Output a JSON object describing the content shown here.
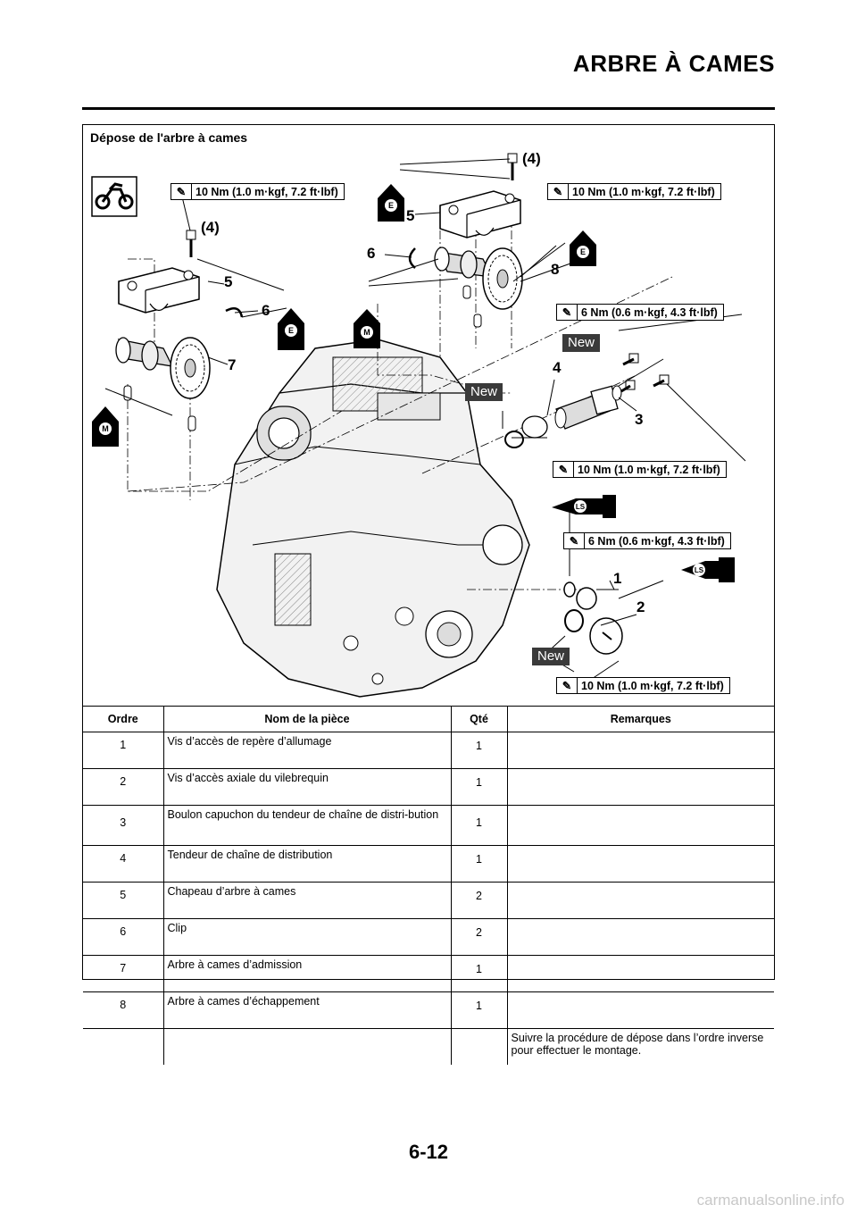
{
  "header": {
    "title": "ARBRE À CAMES"
  },
  "section": {
    "title": "Dépose de l'arbre à cames"
  },
  "diagram": {
    "torque_labels": [
      "10 Nm (1.0 m·kgf, 7.2 ft·lbf)",
      "10 Nm (1.0 m·kgf, 7.2 ft·lbf)",
      "6 Nm (0.6 m·kgf, 4.3 ft·lbf)",
      "10 Nm (1.0 m·kgf, 7.2 ft·lbf)",
      "6 Nm (0.6 m·kgf, 4.3 ft·lbf)",
      "10 Nm (1.0 m·kgf, 7.2 ft·lbf)"
    ],
    "new_label": "New",
    "callouts": {
      "qty_left": "(4)",
      "qty_right": "(4)",
      "n1": "1",
      "n2": "2",
      "n3": "3",
      "n4": "4",
      "n5a": "5",
      "n5b": "5",
      "n6a": "6",
      "n6b": "6",
      "n7": "7",
      "n8": "8"
    },
    "lube_letters": {
      "e": "E",
      "m": "M",
      "ls": "LS"
    }
  },
  "table": {
    "headers": [
      "Ordre",
      "Nom de la pièce",
      "Qté",
      "Remarques"
    ],
    "rows": [
      {
        "ordre": "1",
        "nom": "Vis d’accès de repère d’allumage",
        "qte": "1",
        "remarques": ""
      },
      {
        "ordre": "2",
        "nom": "Vis d’accès axiale du vilebrequin",
        "qte": "1",
        "remarques": ""
      },
      {
        "ordre": "3",
        "nom": "Boulon capuchon du tendeur de chaîne de distri-bution",
        "qte": "1",
        "remarques": ""
      },
      {
        "ordre": "4",
        "nom": "Tendeur de chaîne de distribution",
        "qte": "1",
        "remarques": ""
      },
      {
        "ordre": "5",
        "nom": "Chapeau d’arbre à cames",
        "qte": "2",
        "remarques": ""
      },
      {
        "ordre": "6",
        "nom": "Clip",
        "qte": "2",
        "remarques": ""
      },
      {
        "ordre": "7",
        "nom": "Arbre à cames d’admission",
        "qte": "1",
        "remarques": ""
      },
      {
        "ordre": "8",
        "nom": "Arbre à cames d’échappement",
        "qte": "1",
        "remarques": ""
      },
      {
        "ordre": "",
        "nom": "",
        "qte": "",
        "remarques": "Suivre la procédure de dépose dans l’ordre inverse pour effectuer le montage."
      }
    ]
  },
  "footer": {
    "page_number": "6-12",
    "watermark": "carmanualsonline.info"
  }
}
